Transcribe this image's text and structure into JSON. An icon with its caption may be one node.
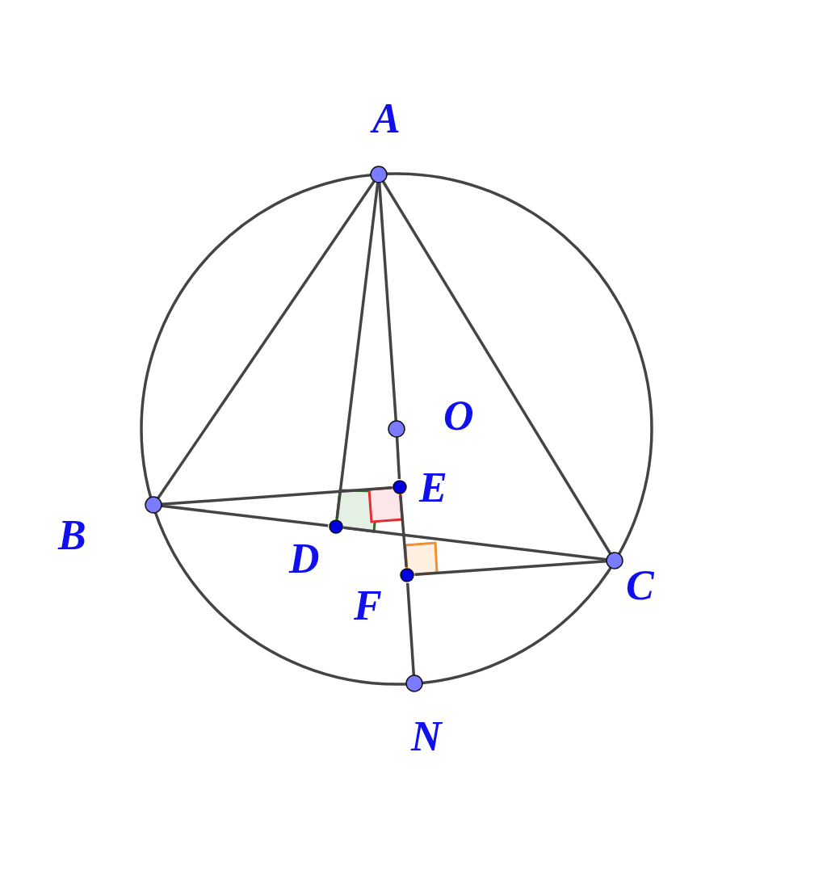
{
  "diagram": {
    "nodes": [
      {
        "text": [
          "A"
        ]
      },
      {
        "text": [
          "B"
        ]
      },
      {
        "text": [
          "C"
        ]
      },
      {
        "text": [
          "D"
        ]
      },
      {
        "text": [
          "E"
        ]
      },
      {
        "text": [
          "F"
        ]
      },
      {
        "text": [
          "O"
        ]
      },
      {
        "text": [
          "N"
        ]
      }
    ],
    "edges": [
      {
        "from": 0,
        "to": 1,
        "arrow": "none"
      },
      {
        "from": 0,
        "to": 2,
        "arrow": "none"
      },
      {
        "from": 0,
        "to": 3,
        "arrow": "none"
      },
      {
        "from": 0,
        "to": 6,
        "arrow": "none"
      },
      {
        "from": 6,
        "to": 4,
        "arrow": "none"
      },
      {
        "from": 4,
        "to": 5,
        "arrow": "none"
      },
      {
        "from": 5,
        "to": 7,
        "arrow": "none"
      },
      {
        "from": 1,
        "to": 4,
        "arrow": "none"
      },
      {
        "from": 1,
        "to": 3,
        "arrow": "none"
      },
      {
        "from": 3,
        "to": 2,
        "arrow": "none"
      },
      {
        "from": 2,
        "to": 5,
        "arrow": "none"
      }
    ]
  }
}
